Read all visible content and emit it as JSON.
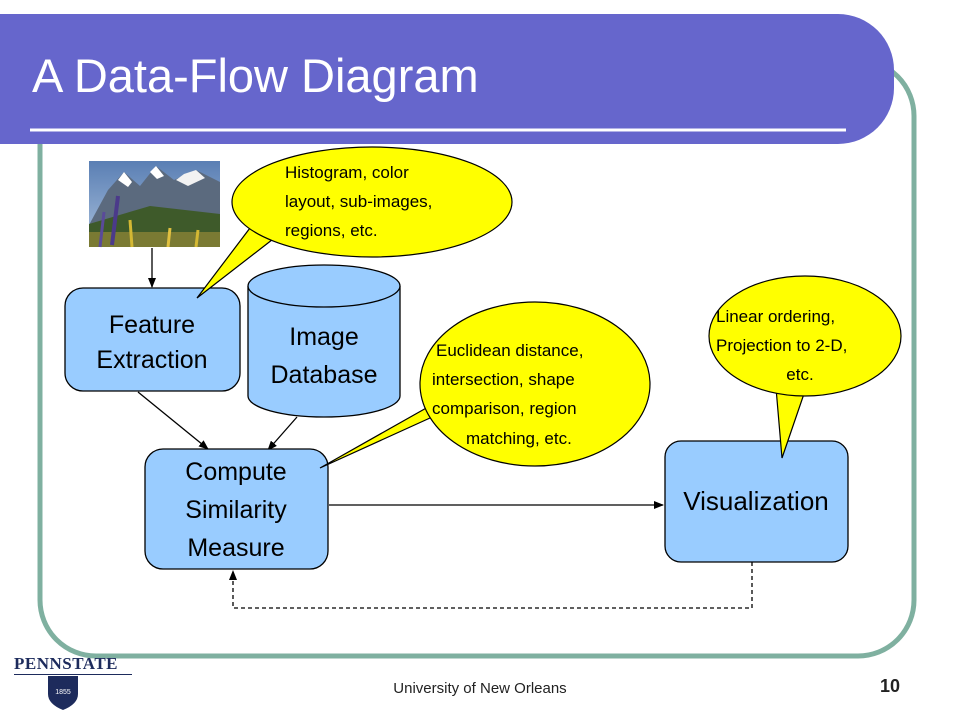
{
  "title": "A Data-Flow Diagram",
  "footer": "University of New Orleans",
  "page_number": "10",
  "logo": {
    "text": "PENNSTATE",
    "year": "1855"
  },
  "colors": {
    "title_bar": "#6666cc",
    "frame": "#7fb0a0",
    "process_fill": "#99ccff",
    "callout_fill": "#ffff00",
    "photo": "mountain-landscape"
  },
  "nodes": {
    "feature_extraction": [
      "Feature",
      "Extraction"
    ],
    "image_database": [
      "Image",
      "Database"
    ],
    "compute_similarity": [
      "Compute",
      "Similarity",
      "Measure"
    ],
    "visualization": [
      "Visualization"
    ]
  },
  "callouts": {
    "features": [
      "Histogram, color",
      "layout, sub-images,",
      "regions, etc."
    ],
    "distance": [
      "Euclidean distance,",
      "intersection, shape",
      "comparison, region",
      "matching, etc."
    ],
    "ordering": [
      "Linear ordering,",
      "Projection to 2-D,",
      "etc."
    ]
  }
}
